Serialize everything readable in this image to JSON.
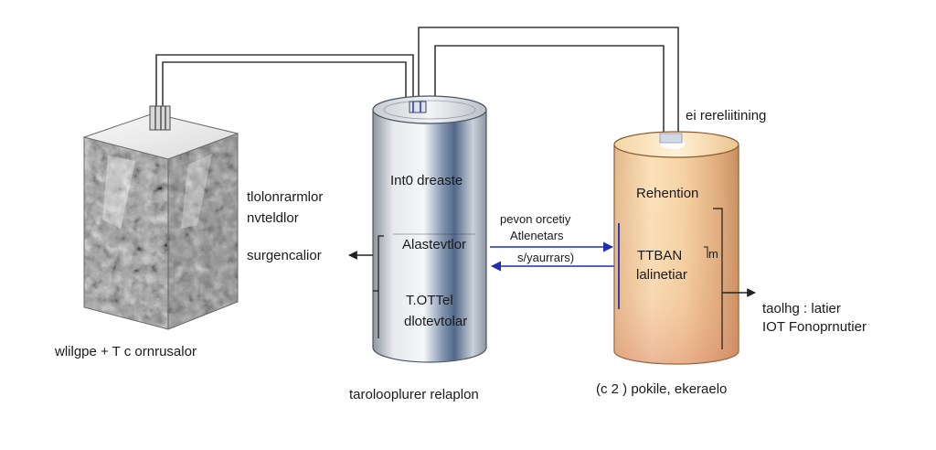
{
  "left_block": {
    "side_label_line1": "tlolonrarmlor",
    "side_label_line2": "nvteldlor",
    "output_label": "surgencalior",
    "caption": "wlilgpe + T c ornrusalor"
  },
  "center_cylinder": {
    "top_text": "Int0 dreaste",
    "mid_text": "Alastevtlor",
    "lower_line1": "T.OTTel",
    "lower_line2": "dlotevtolar",
    "caption": "tarolooplurer relaplon"
  },
  "flow_labels": {
    "upper_line1": "pevon orcetiy",
    "upper_line2": "Atlenetars",
    "lower": "s/yaurrars)"
  },
  "right_cylinder": {
    "top_label": "ei rereliitining",
    "title": "Rehention",
    "mid_line1": "TTBAN",
    "mid_line1_suffix": "m",
    "mid_line2": "lalinetiar",
    "output_line1": "taolhg : latier",
    "output_line2": "IOT Fonoprnutier",
    "caption": "(c 2 ) pokile, ekeraelo"
  },
  "colors": {
    "flow_arrow": "#1f2fae",
    "pipe": "#3a3a3a",
    "left_cylinder_metal": "#9aa4b1",
    "right_cylinder_warm": "#e2b07a"
  }
}
